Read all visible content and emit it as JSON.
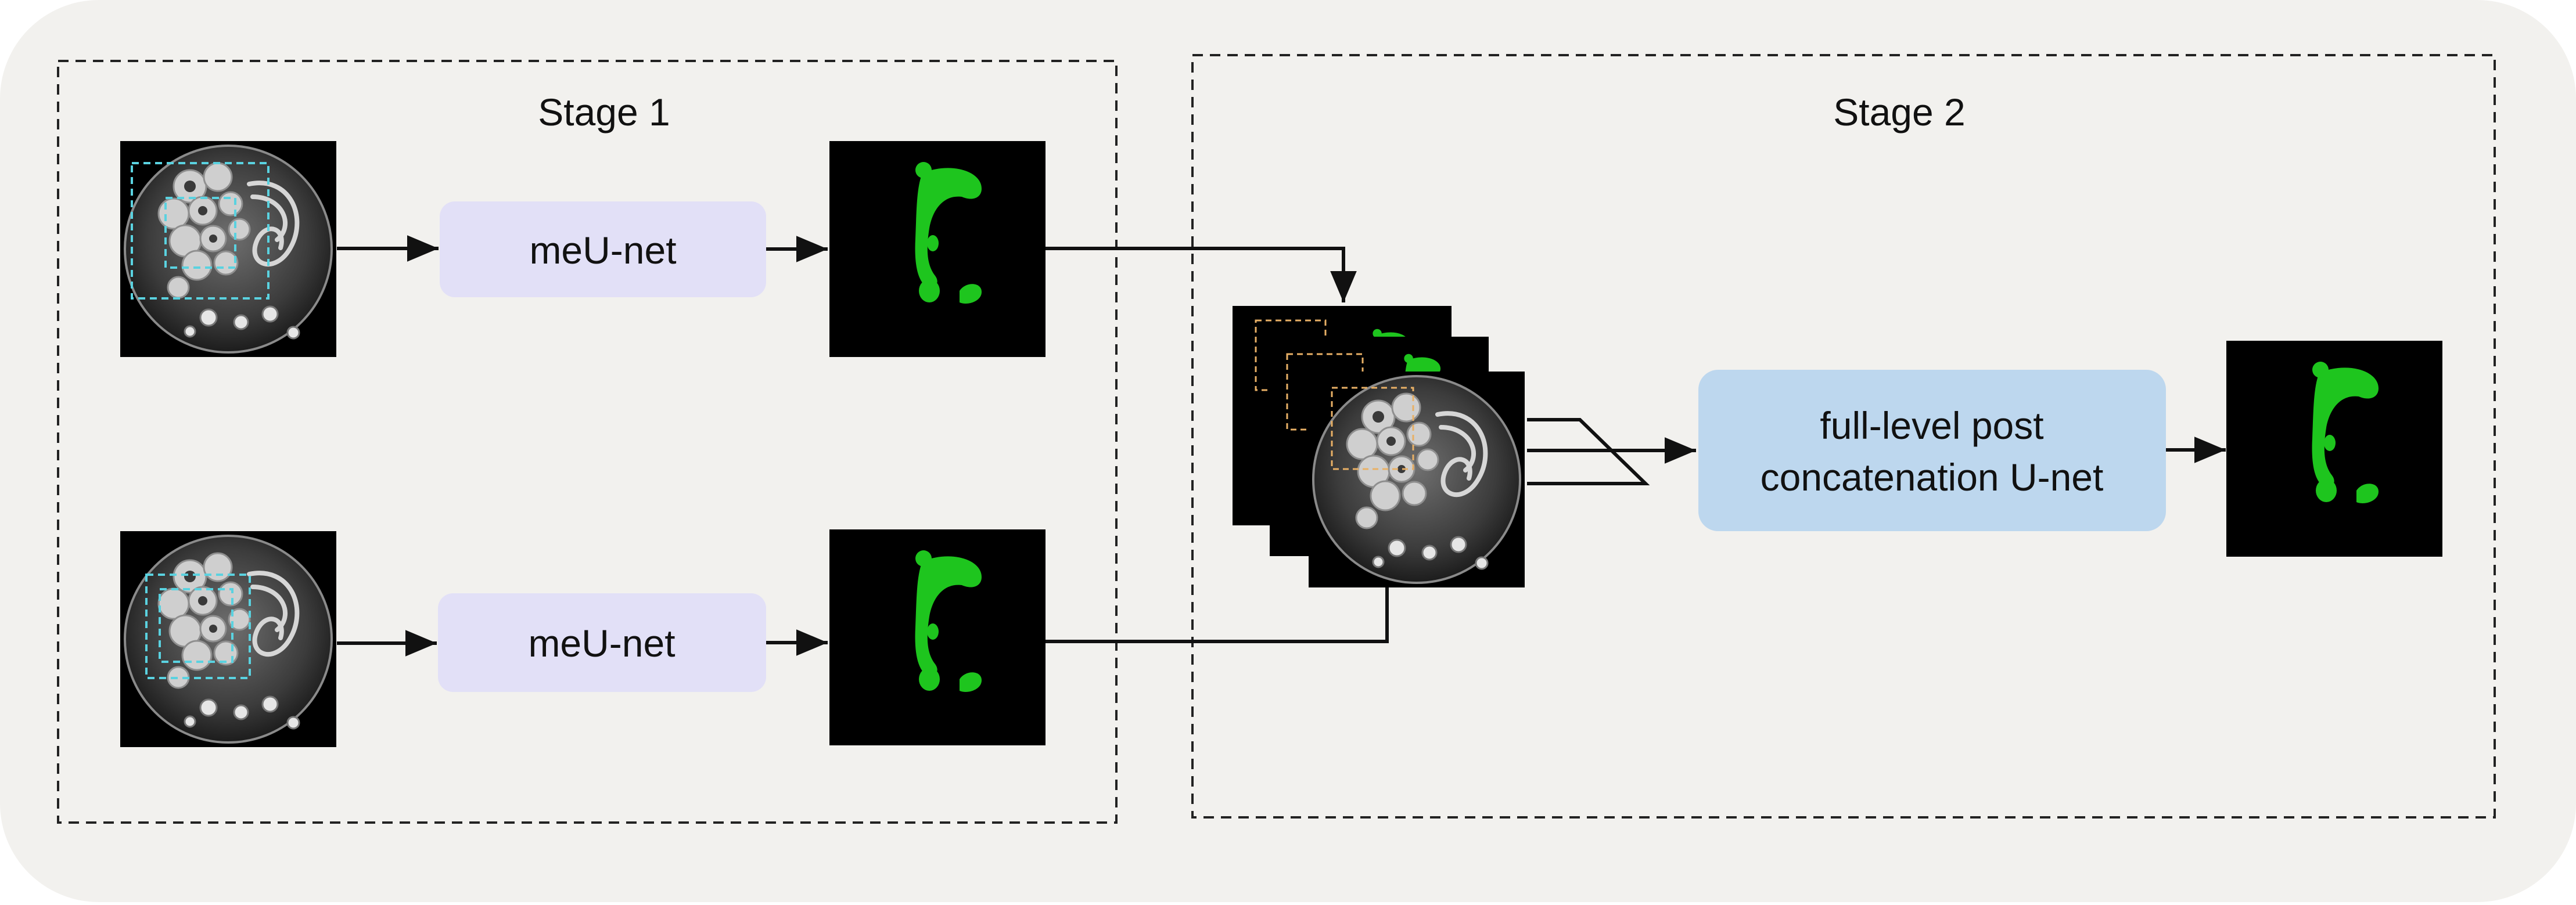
{
  "diagram": {
    "stage1": {
      "title": "Stage 1"
    },
    "stage2": {
      "title": "Stage 2"
    },
    "nodes": {
      "meunet_top": "meU-net",
      "meunet_bottom": "meU-net",
      "post_unet_line1": "full-level post",
      "post_unet_line2": "concatenation U-net"
    },
    "colors": {
      "canvas_bg": "#f2f1ee",
      "meunet_fill": "#e2e0f7",
      "post_unet_fill": "#bdd7ee",
      "mask_green": "#1ec51e",
      "roi_cyan": "#5ad2e0",
      "roi_orange": "#e8b066",
      "border_dash": "#222222"
    },
    "icons": [
      "ct-slice-image",
      "segmentation-mask-image",
      "image-stack"
    ]
  }
}
